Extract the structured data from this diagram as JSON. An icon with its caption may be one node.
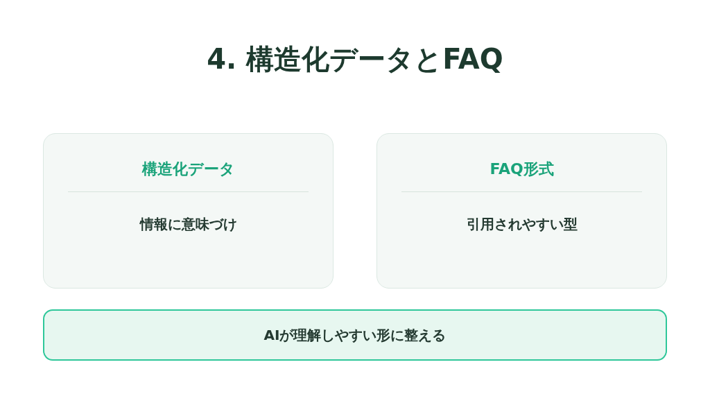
{
  "diagram": {
    "title": "4. 構造化データとFAQ",
    "nodes": [
      {
        "text": [
          "構造化データ",
          "情報に意味づけ"
        ]
      },
      {
        "text": [
          "FAQ形式",
          "引用されやすい型"
        ]
      },
      {
        "text": [
          "AIが理解しやすい形に整える"
        ]
      }
    ]
  }
}
